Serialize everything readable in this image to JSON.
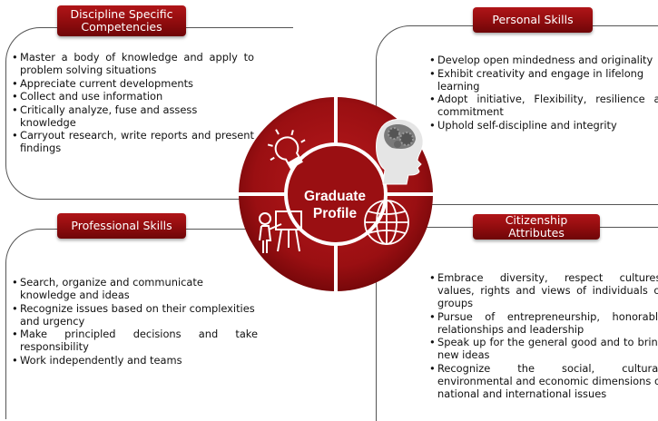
{
  "center": {
    "line1": "Graduate",
    "line2": "Profile"
  },
  "quadrants": {
    "top_left": {
      "title": "Discipline Specific Competencies",
      "items": [
        "Master a body of knowledge and apply to problem solving situations",
        "Appreciate current developments",
        "Collect and use information",
        "Critically analyze, fuse and assess knowledge",
        "Carryout research, write reports and present findings"
      ]
    },
    "top_right": {
      "title": "Personal Skills",
      "items": [
        "Develop open mindedness and originality",
        "Exhibit creativity and engage in lifelong learning",
        "Adopt initiative, Flexibility, resilience and commitment",
        "Uphold self-discipline and integrity"
      ]
    },
    "bottom_left": {
      "title": "Professional Skills",
      "items": [
        "Search, organize and communicate knowledge and ideas",
        "Recognize issues based on their complexities and urgency",
        "Make principled decisions and take responsibility",
        "Work independently and teams"
      ]
    },
    "bottom_right": {
      "title": "Citizenship Attributes",
      "items": [
        "Embrace diversity, respect cultures, values, rights and views of individuals or groups",
        "Pursue of entrepreneurship, honorable relationships and leadership",
        "Speak up for the general good and to bring new ideas",
        "Recognize the social, cultural, environmental and economic dimensions of national and international issues"
      ]
    }
  },
  "icons": [
    "lightbulb-icon",
    "head-gears-icon",
    "presenter-icon",
    "globe-icon"
  ],
  "colors": {
    "accent": "#9c1013",
    "accent_dark": "#6e0608",
    "border": "#555555"
  }
}
